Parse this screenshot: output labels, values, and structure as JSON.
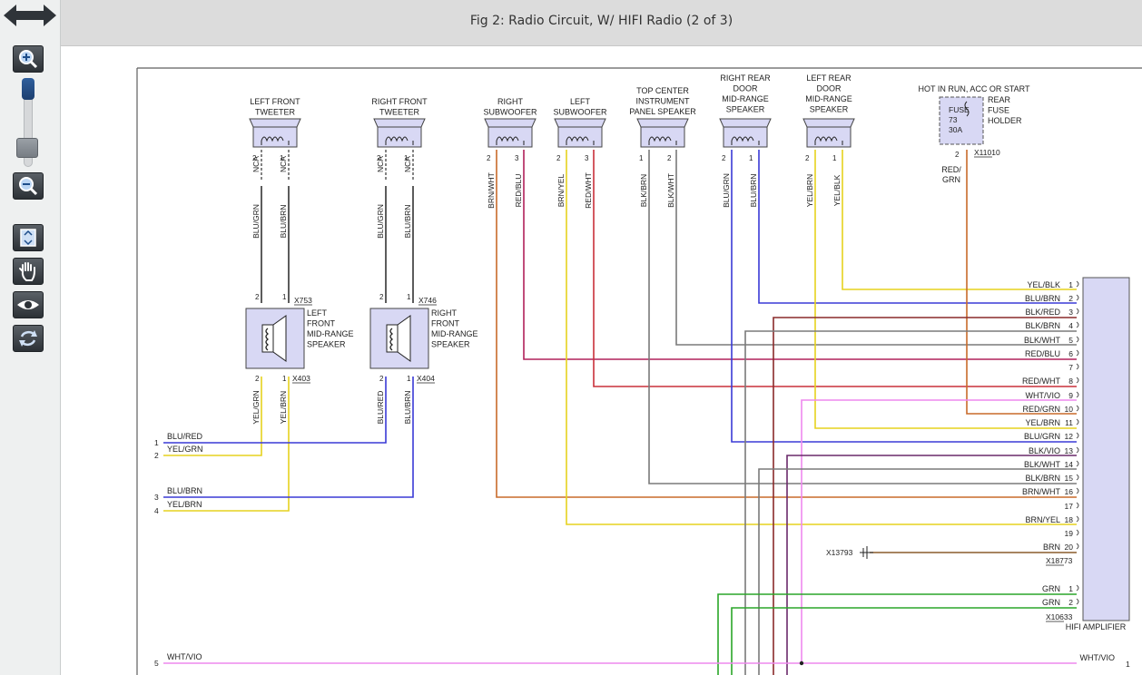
{
  "header": {
    "title": "Fig 2: Radio Circuit, W/ HIFI Radio (2 of 3)"
  },
  "toolbar": {
    "pan_icon": "double-arrow-icon",
    "zoom_in_icon": "zoom-in-icon",
    "zoom_out_icon": "zoom-out-icon",
    "fit_icon": "fit-to-screen-icon",
    "hand_icon": "hand-icon",
    "view_icon": "eye-icon",
    "refresh_icon": "refresh-icon"
  },
  "colors": {
    "frame": "#5f5f5f",
    "amplifier": "#d8d8f4",
    "blue": "#3a3ad6",
    "yellow": "#e6d21e",
    "red": "#c8303a",
    "brown": "#8a5b2b",
    "black": "#333333",
    "gray": "#7a7a7a",
    "pink": "#ee88ee",
    "green": "#2aa628",
    "orange": "#c86a2a"
  },
  "speakers": {
    "lf_tweeter": "LEFT FRONT\nTWEETER",
    "rf_tweeter": "RIGHT FRONT\nTWEETER",
    "r_sub": "RIGHT\nSUBWOOFER",
    "l_sub": "LEFT\nSUBWOOFER",
    "center": "TOP CENTER\nINSTRUMENT\nPANEL SPEAKER",
    "rr_door": "RIGHT REAR\nDOOR\nMID-RANGE\nSPEAKER",
    "lr_door": "LEFT REAR\nDOOR\nMID-RANGE\nSPEAKER",
    "lf_mid": "LEFT\nFRONT\nMID-RANGE\nSPEAKER",
    "rf_mid": "RIGHT\nFRONT\nMID-RANGE\nSPEAKER"
  },
  "fuse": {
    "hot_label": "HOT IN RUN, ACC OR START",
    "box_text": "FUSE\n73\n30A",
    "holder_label": "REAR\nFUSE\nHOLDER",
    "pin": "2",
    "connector": "X11010",
    "wire": "RED/\nGRN"
  },
  "connectors": {
    "x753": "X753",
    "x403": "X403",
    "x746": "X746",
    "x404": "X404",
    "x18773": "X18773",
    "x10633": "X10633",
    "x13793": "X13793"
  },
  "amplifier": {
    "label": "HIFI AMPLIFIER"
  },
  "vertical_labels": {
    "lft_nca2": "NCA",
    "lft_nca1": "NCA",
    "lft_w2": "BLU/GRN",
    "lft_w1": "BLU/BRN",
    "rft_nca2": "NCA",
    "rft_nca1": "NCA",
    "rft_w2": "BLU/GRN",
    "rft_w1": "BLU/BRN",
    "rsub_w2": "BRN/WHT",
    "rsub_w3": "RED/BLU",
    "lsub_w2": "BRN/YEL",
    "lsub_w3": "RED/WHT",
    "ctr_w1": "BLK/BRN",
    "ctr_w2": "BLK/WHT",
    "rr_w2": "BLU/GRN",
    "rr_w1": "BLU/BRN",
    "lr_w2": "YEL/BRN",
    "lr_w1": "YEL/BLK",
    "lfm_w2": "YEL/GRN",
    "lfm_w1": "YEL/BRN",
    "rfm_w2": "BLU/RED",
    "rfm_w1": "BLU/BRN"
  },
  "amp_pins": [
    {
      "n": "1",
      "label": "YEL/BLK"
    },
    {
      "n": "2",
      "label": "BLU/BRN"
    },
    {
      "n": "3",
      "label": "BLK/RED"
    },
    {
      "n": "4",
      "label": "BLK/BRN"
    },
    {
      "n": "5",
      "label": "BLK/WHT"
    },
    {
      "n": "6",
      "label": "RED/BLU"
    },
    {
      "n": "7",
      "label": ""
    },
    {
      "n": "8",
      "label": "RED/WHT"
    },
    {
      "n": "9",
      "label": "WHT/VIO"
    },
    {
      "n": "10",
      "label": "RED/GRN"
    },
    {
      "n": "11",
      "label": "YEL/BRN"
    },
    {
      "n": "12",
      "label": "BLU/GRN"
    },
    {
      "n": "13",
      "label": "BLK/VIO"
    },
    {
      "n": "14",
      "label": "BLK/WHT"
    },
    {
      "n": "15",
      "label": "BLK/BRN"
    },
    {
      "n": "16",
      "label": "BRN/WHT"
    },
    {
      "n": "17",
      "label": ""
    },
    {
      "n": "18",
      "label": "BRN/YEL"
    },
    {
      "n": "19",
      "label": ""
    },
    {
      "n": "20",
      "label": "BRN"
    }
  ],
  "amp_pins_lower": [
    {
      "n": "1",
      "label": "GRN"
    },
    {
      "n": "2",
      "label": "GRN"
    }
  ],
  "left_terminals": [
    {
      "n": "1",
      "label": "BLU/RED"
    },
    {
      "n": "2",
      "label": "YEL/GRN"
    },
    {
      "n": "3",
      "label": "BLU/BRN"
    },
    {
      "n": "4",
      "label": "YEL/BRN"
    },
    {
      "n": "5",
      "label": "WHT/VIO"
    }
  ],
  "bottom_right": {
    "label": "WHT/VIO",
    "pin": "1"
  }
}
